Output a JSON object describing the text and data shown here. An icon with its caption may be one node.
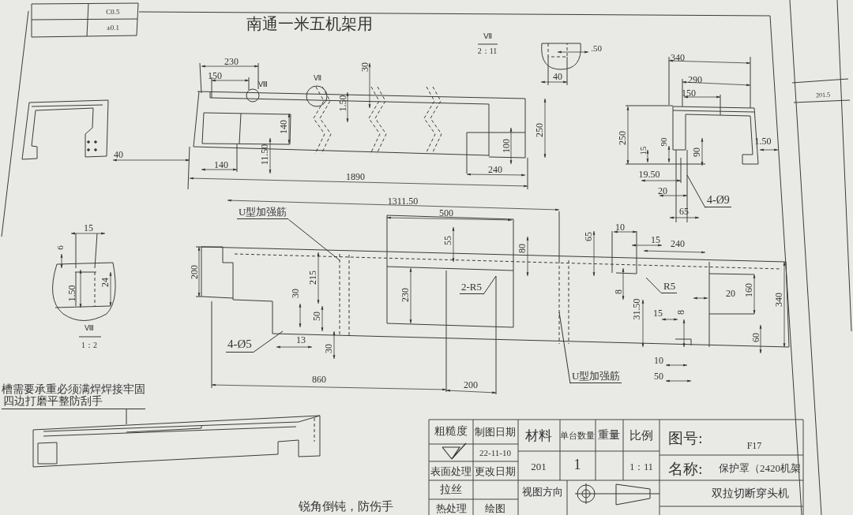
{
  "diagram": {
    "title": "南通一米五机架用",
    "nodes": [
      {
        "text": [
          "U型加强筋"
        ]
      },
      {
        "text": [
          "2-R5"
        ]
      },
      {
        "text": [
          "R5"
        ]
      },
      {
        "text": [
          "4-Ø5"
        ]
      },
      {
        "text": [
          "U型加强筋"
        ]
      },
      {
        "text": [
          "4-Ø9"
        ]
      },
      {
        "text": [
          "槽需要承重必须满焊焊接牢固",
          "四边打磨平整防刮手"
        ]
      }
    ],
    "edges": [
      {
        "from": 0,
        "to": null,
        "arrow": "none"
      },
      {
        "from": 1,
        "to": null,
        "arrow": "none"
      },
      {
        "from": 2,
        "to": null,
        "arrow": "none"
      },
      {
        "from": 3,
        "to": null,
        "arrow": "none"
      },
      {
        "from": 4,
        "to": null,
        "arrow": "none"
      },
      {
        "from": 5,
        "to": null,
        "arrow": "none"
      },
      {
        "from": 6,
        "to": null,
        "arrow": "none"
      }
    ],
    "labels": [
      "C0.5",
      "±0.1",
      "Ⅶ",
      "2：11",
      ".50",
      "230",
      "150",
      "Ⅷ",
      "Ⅶ",
      "30",
      "40",
      "340",
      "290",
      "150",
      "1.50",
      "140",
      "250",
      "250",
      "15",
      "90",
      "90",
      "1.50",
      "100",
      "11.50",
      "40",
      "140",
      "1890",
      "240",
      "19.50",
      "20",
      "65",
      "201.5",
      "1311.50",
      "500",
      "10",
      "15",
      "240",
      "15",
      "55",
      "80",
      "65",
      "6",
      "200",
      "215",
      "1.50",
      "24",
      "230",
      "30",
      "8",
      "20",
      "160",
      "340",
      "50",
      "31.50",
      "15",
      "8",
      "Ⅷ",
      "1：2",
      "13",
      "30",
      "60",
      "10",
      "50",
      "860",
      "200",
      "粗糙度",
      "制图日期",
      "材料",
      "单台数量",
      "重量",
      "比例",
      "图号:",
      "F17",
      "22-11-10",
      "表面处理",
      "更改日期",
      "201",
      "1",
      "1：11",
      "名称:",
      "保护罩（2420机架",
      "拉丝",
      "视图方向",
      "双拉切断穿头机",
      "锐角倒钝，防伤手",
      "热处理",
      "绘图"
    ]
  }
}
